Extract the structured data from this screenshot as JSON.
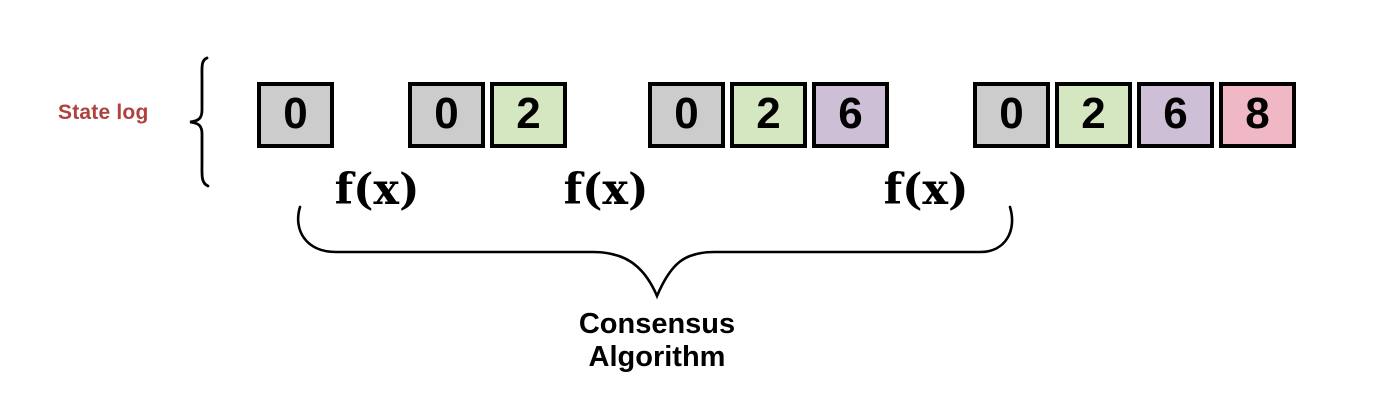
{
  "diagram": {
    "state_log_label": "State log",
    "state_log_label_color": "#B0413E",
    "fx_labels": [
      "f(x)",
      "f(x)",
      "f(x)"
    ],
    "consensus_label": {
      "line1": "Consensus",
      "line2": "Algorithm"
    },
    "colors": {
      "gray": "#CCCCCC",
      "green": "#D5E7C0",
      "purple": "#CCBFD6",
      "pink": "#F0B7C5",
      "box_border": "#000000",
      "brace_stroke": "#000000"
    },
    "groups": [
      {
        "cells": [
          {
            "value": "0",
            "color": "#CCCCCC"
          }
        ]
      },
      {
        "cells": [
          {
            "value": "0",
            "color": "#CCCCCC"
          },
          {
            "value": "2",
            "color": "#D5E7C0"
          }
        ]
      },
      {
        "cells": [
          {
            "value": "0",
            "color": "#CCCCCC"
          },
          {
            "value": "2",
            "color": "#D5E7C0"
          },
          {
            "value": "6",
            "color": "#CCBFD6"
          }
        ]
      },
      {
        "cells": [
          {
            "value": "0",
            "color": "#CCCCCC"
          },
          {
            "value": "2",
            "color": "#D5E7C0"
          },
          {
            "value": "6",
            "color": "#CCBFD6"
          },
          {
            "value": "8",
            "color": "#F0B7C5"
          }
        ]
      }
    ]
  }
}
